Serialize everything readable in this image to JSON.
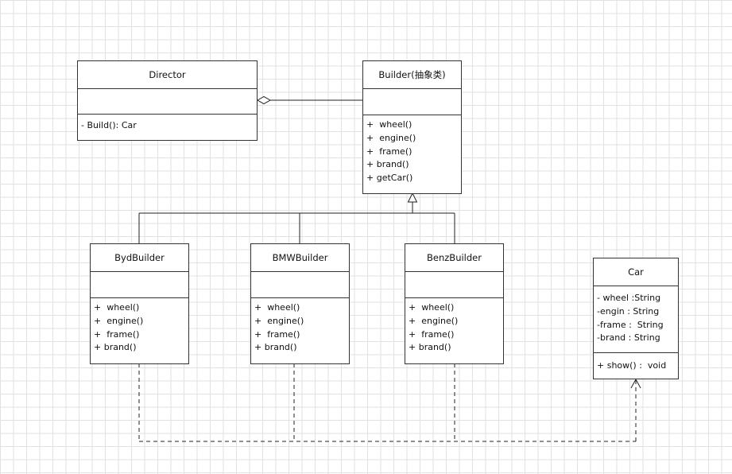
{
  "classes": {
    "director": {
      "name": "Director",
      "attributes": [],
      "operations": [
        "- Build(): Car"
      ]
    },
    "builder": {
      "name": "Builder(抽象类)",
      "attributes": [],
      "operations": [
        "+  wheel()",
        "+  engine()",
        "+  frame()",
        "+ brand()",
        "+ getCar()"
      ]
    },
    "byd": {
      "name": "BydBuilder",
      "attributes": [],
      "operations": [
        "+  wheel()",
        "+  engine()",
        "+  frame()",
        "+ brand()"
      ]
    },
    "bmw": {
      "name": "BMWBuilder",
      "attributes": [],
      "operations": [
        "+  wheel()",
        "+  engine()",
        "+  frame()",
        "+ brand()"
      ]
    },
    "benz": {
      "name": "BenzBuilder",
      "attributes": [],
      "operations": [
        "+  wheel()",
        "+  engine()",
        "+  frame()",
        "+ brand()"
      ]
    },
    "car": {
      "name": "Car",
      "attributes": [
        "- wheel :String",
        "-engin : String",
        "-frame :  String",
        "-brand : String"
      ],
      "operations": [
        "+ show() :  void"
      ]
    }
  },
  "relations": [
    {
      "type": "aggregation",
      "from": "Director",
      "to": "Builder(抽象类)"
    },
    {
      "type": "generalization",
      "from": "BydBuilder",
      "to": "Builder(抽象类)"
    },
    {
      "type": "generalization",
      "from": "BMWBuilder",
      "to": "Builder(抽象类)"
    },
    {
      "type": "generalization",
      "from": "BenzBuilder",
      "to": "Builder(抽象类)"
    },
    {
      "type": "dependency",
      "from": "BydBuilder",
      "to": "Car"
    },
    {
      "type": "dependency",
      "from": "BMWBuilder",
      "to": "Car"
    },
    {
      "type": "dependency",
      "from": "BenzBuilder",
      "to": "Car"
    }
  ]
}
